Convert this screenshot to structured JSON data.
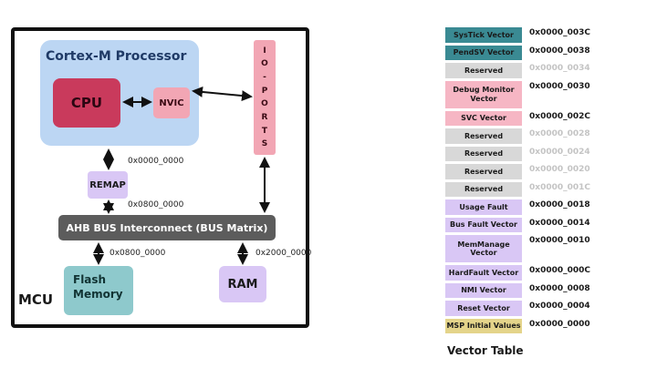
{
  "mcu": {
    "label": "MCU"
  },
  "cortex": {
    "title": "Cortex-M Processor",
    "cpu": "CPU",
    "nvic": "NVIC"
  },
  "io_ports": {
    "letters": [
      "I",
      "O",
      "-",
      "P",
      "O",
      "R",
      "T",
      "S"
    ]
  },
  "remap": {
    "label": "REMAP"
  },
  "ahb": {
    "label": "AHB BUS Interconnect (BUS Matrix)"
  },
  "flash": {
    "line1": "Flash",
    "line2": "Memory"
  },
  "ram": {
    "label": "RAM"
  },
  "addresses": {
    "cpu_remap": "0x0000_0000",
    "remap_ahb": "0x0800_0000",
    "ahb_flash": "0x0800_0000",
    "ahb_ram": "0x2000_0000"
  },
  "vector_table": {
    "title": "Vector Table",
    "colors": {
      "teal": "#3a8a93",
      "gray": "#d8d8d8",
      "pink": "#f6b6c4",
      "lavender": "#d9c7f5",
      "yellow": "#e4d48a"
    },
    "rows": [
      {
        "label": "SysTick Vector",
        "address": "0x0000_003C",
        "color": "teal",
        "tall": false,
        "dim": false
      },
      {
        "label": "PendSV Vector",
        "address": "0x0000_0038",
        "color": "teal",
        "tall": false,
        "dim": false
      },
      {
        "label": "Reserved",
        "address": "0x0000_0034",
        "color": "gray",
        "tall": false,
        "dim": true
      },
      {
        "label": "Debug Monitor Vector",
        "address": "0x0000_0030",
        "color": "pink",
        "tall": true,
        "dim": false
      },
      {
        "label": "SVC Vector",
        "address": "0x0000_002C",
        "color": "pink",
        "tall": false,
        "dim": false
      },
      {
        "label": "Reserved",
        "address": "0x0000_0028",
        "color": "gray",
        "tall": false,
        "dim": true
      },
      {
        "label": "Reserved",
        "address": "0x0000_0024",
        "color": "gray",
        "tall": false,
        "dim": true
      },
      {
        "label": "Reserved",
        "address": "0x0000_0020",
        "color": "gray",
        "tall": false,
        "dim": true
      },
      {
        "label": "Reserved",
        "address": "0x0000_001C",
        "color": "gray",
        "tall": false,
        "dim": true
      },
      {
        "label": "Usage Fault",
        "address": "0x0000_0018",
        "color": "lavender",
        "tall": false,
        "dim": false
      },
      {
        "label": "Bus Fault Vector",
        "address": "0x0000_0014",
        "color": "lavender",
        "tall": false,
        "dim": false
      },
      {
        "label": "MemManage Vector",
        "address": "0x0000_0010",
        "color": "lavender",
        "tall": true,
        "dim": false
      },
      {
        "label": "HardFault Vector",
        "address": "0x0000_000C",
        "color": "lavender",
        "tall": false,
        "dim": false
      },
      {
        "label": "NMI Vector",
        "address": "0x0000_0008",
        "color": "lavender",
        "tall": false,
        "dim": false
      },
      {
        "label": "Reset Vector",
        "address": "0x0000_0004",
        "color": "lavender",
        "tall": false,
        "dim": false
      },
      {
        "label": "MSP Initial Values",
        "address": "0x0000_0000",
        "color": "yellow",
        "tall": false,
        "dim": false
      }
    ]
  }
}
